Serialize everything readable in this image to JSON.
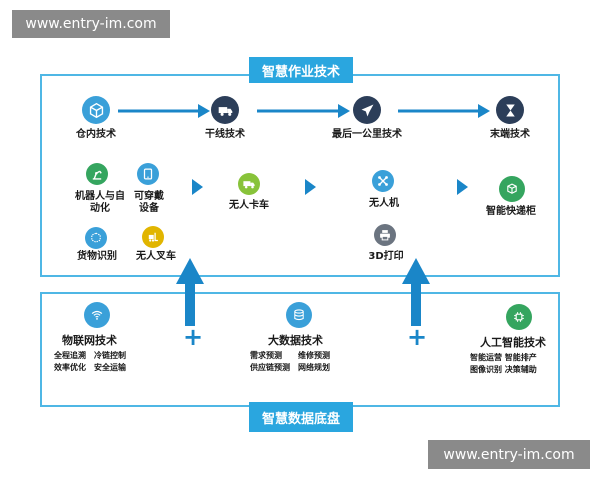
{
  "watermark_top": "www.entry-im.com",
  "watermark_bottom": "www.entry-im.com",
  "top_banner": "智慧作业技术",
  "bottom_banner": "智慧数据底盘",
  "flow": [
    {
      "label": "仓内技术",
      "icon": "cube-icon",
      "color": "#3aa0d9"
    },
    {
      "label": "干线技术",
      "icon": "truck-icon",
      "color": "#2c3e59"
    },
    {
      "label": "最后一公里技术",
      "icon": "airplane-icon",
      "color": "#2c3e59"
    },
    {
      "label": "末端技术",
      "icon": "hourglass-icon",
      "color": "#2c3e59"
    }
  ],
  "warehouse": [
    {
      "label": "机器人与自动化",
      "icon": "robot-arm-icon",
      "color": "#35a55f"
    },
    {
      "label": "可穿戴设备",
      "icon": "tablet-icon",
      "color": "#3aa0d9"
    },
    {
      "label": "货物识别",
      "icon": "box-scan-icon",
      "color": "#3aa0d9"
    },
    {
      "label": "无人叉车",
      "icon": "forklift-icon",
      "color": "#e1b500"
    }
  ],
  "trunk": {
    "label": "无人卡车",
    "icon": "truck-icon",
    "color": "#88c33a"
  },
  "lastmile": [
    {
      "label": "无人机",
      "icon": "drone-icon",
      "color": "#3aa0d9"
    },
    {
      "label": "3D打印",
      "icon": "printer-icon",
      "color": "#6b7480"
    }
  ],
  "terminal": {
    "label": "智能快递柜",
    "icon": "locker-icon",
    "color": "#35a55f"
  },
  "pillars": [
    {
      "title": "物联网技术",
      "icon": "wifi-icon",
      "color": "#3aa0d9",
      "lines": [
        "全程追溯　冷链控制",
        "效率优化　安全运输"
      ]
    },
    {
      "title": "大数据技术",
      "icon": "database-icon",
      "color": "#3aa0d9",
      "lines": [
        "需求预测　　维修预测",
        "供应链预测　网络规划"
      ]
    },
    {
      "title": "人工智能技术",
      "icon": "chip-icon",
      "color": "#35a55f",
      "lines": [
        "智能运营 智能排产",
        "图像识别 决策辅助"
      ]
    }
  ],
  "plus_sign": "+"
}
